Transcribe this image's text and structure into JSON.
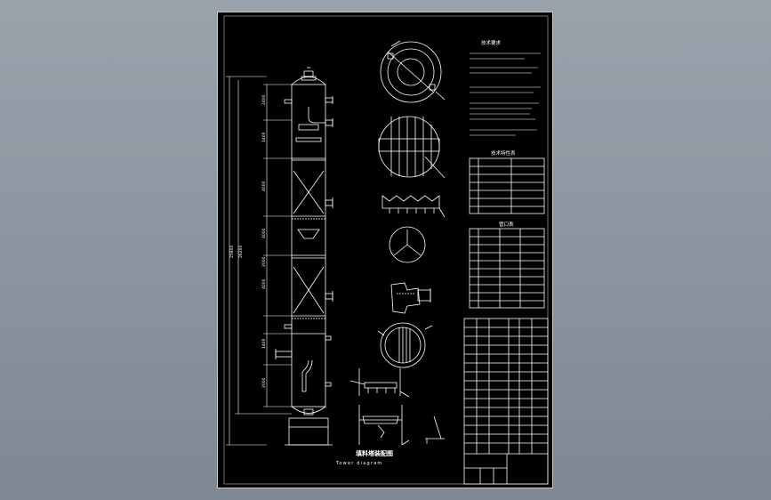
{
  "drawing": {
    "title": "填料塔装配图",
    "subtitle": "Tower diagram",
    "overall_dims": [
      "25800",
      "26200"
    ],
    "section_dims": [
      "2400",
      "1400",
      "4000",
      "4000",
      "2000",
      "4000",
      "1400",
      "2000"
    ],
    "tech_title": "技术要求",
    "table1_title": "技术特性表",
    "table2_title": "管口表"
  },
  "colors": {
    "background": "#000000",
    "line": "#ffffff",
    "sheet_border": "#c8c8c8",
    "desktop": "#8d96a0"
  }
}
